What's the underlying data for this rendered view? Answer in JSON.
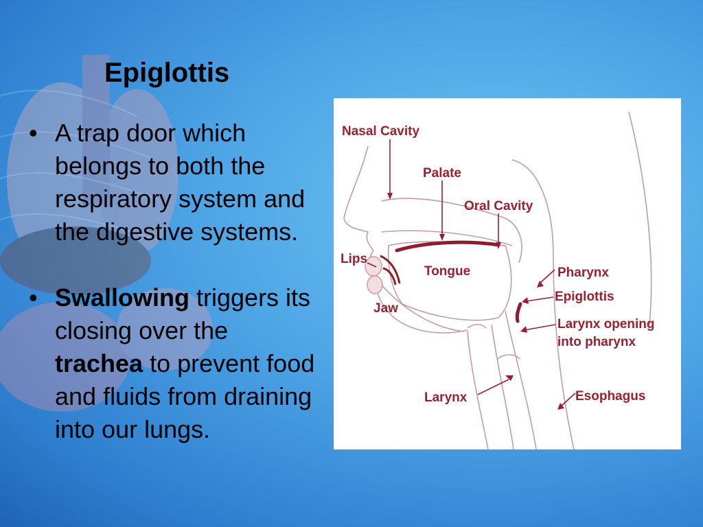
{
  "slide": {
    "title": "Epiglottis",
    "bullets": [
      {
        "text": "A trap door which belongs to both the respiratory system and the digestive systems."
      },
      {
        "bold1": "Swallowing",
        "text1": " triggers its closing over the ",
        "bold2": "trachea",
        "text2": " to prevent food and fluids from draining into our lungs."
      }
    ]
  },
  "diagram": {
    "labels": {
      "nasal_cavity": "Nasal Cavity",
      "palate": "Palate",
      "oral_cavity": "Oral Cavity",
      "lips": "Lips",
      "tongue": "Tongue",
      "jaw": "Jaw",
      "pharynx": "Pharynx",
      "epiglottis": "Epiglottis",
      "larynx_opening_1": "Larynx opening",
      "larynx_opening_2": "into pharynx",
      "larynx": "Larynx",
      "esophagus": "Esophagus"
    }
  },
  "colors": {
    "background": "#4fa6e6",
    "label": "#9b1f2e",
    "anatomy_line": "#c49aa4",
    "anatomy_dark": "#8c1d2c"
  }
}
